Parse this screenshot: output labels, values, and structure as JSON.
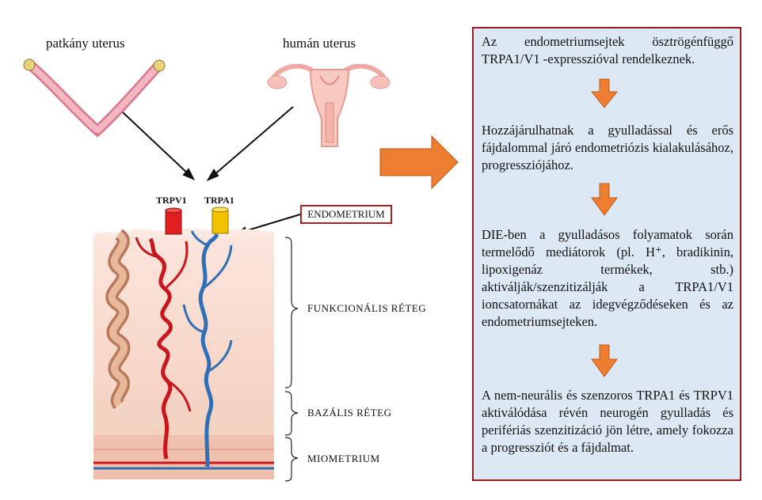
{
  "labels": {
    "rat_uterus": "patkány uterus",
    "human_uterus": "humán uterus",
    "trpv1": "TRPV1",
    "trpa1": "TRPA1",
    "endometrium": "ENDOMETRIUM",
    "functional_layer": "FUNKCIONÁLIS RÉTEG",
    "basal_layer": "BAZÁLIS RÉTEG",
    "myometrium": "MIOMETRIUM"
  },
  "steps": [
    "Az endometriumsejtek ösztrögénfüggő TRPA1/V1 -expresszióval rendelkeznek.",
    "Hozzájárulhatnak a gyulladással és erős fájdalommal járó endometriózis kialakulásához, progressziójához.",
    "DIE-ben a gyulladásos folyamatok során termelődő mediátorok (pl. H⁺, bradikinin, lipoxigenáz termékek, stb.) aktiválják/szenzitizálják a TRPA1/V1 ioncsatornákat az idegvégződéseken és az endometriumsejteken.",
    "A nem-neurális és szenzoros TRPA1 és TRPV1 aktiválódása révén neurogén gyulladás és perifériás szenzitizáció jön létre, amely fokozza a progressziót és a fájdalmat."
  ],
  "colors": {
    "arrow_orange": "#ed7d31",
    "panel_border": "#9b1c1c",
    "panel_fill": "#dce9f5",
    "trpv1_red": "#e02020",
    "trpa1_yellow": "#f2c200",
    "artery_red": "#c8161c",
    "vein_blue": "#2f6fb5"
  }
}
